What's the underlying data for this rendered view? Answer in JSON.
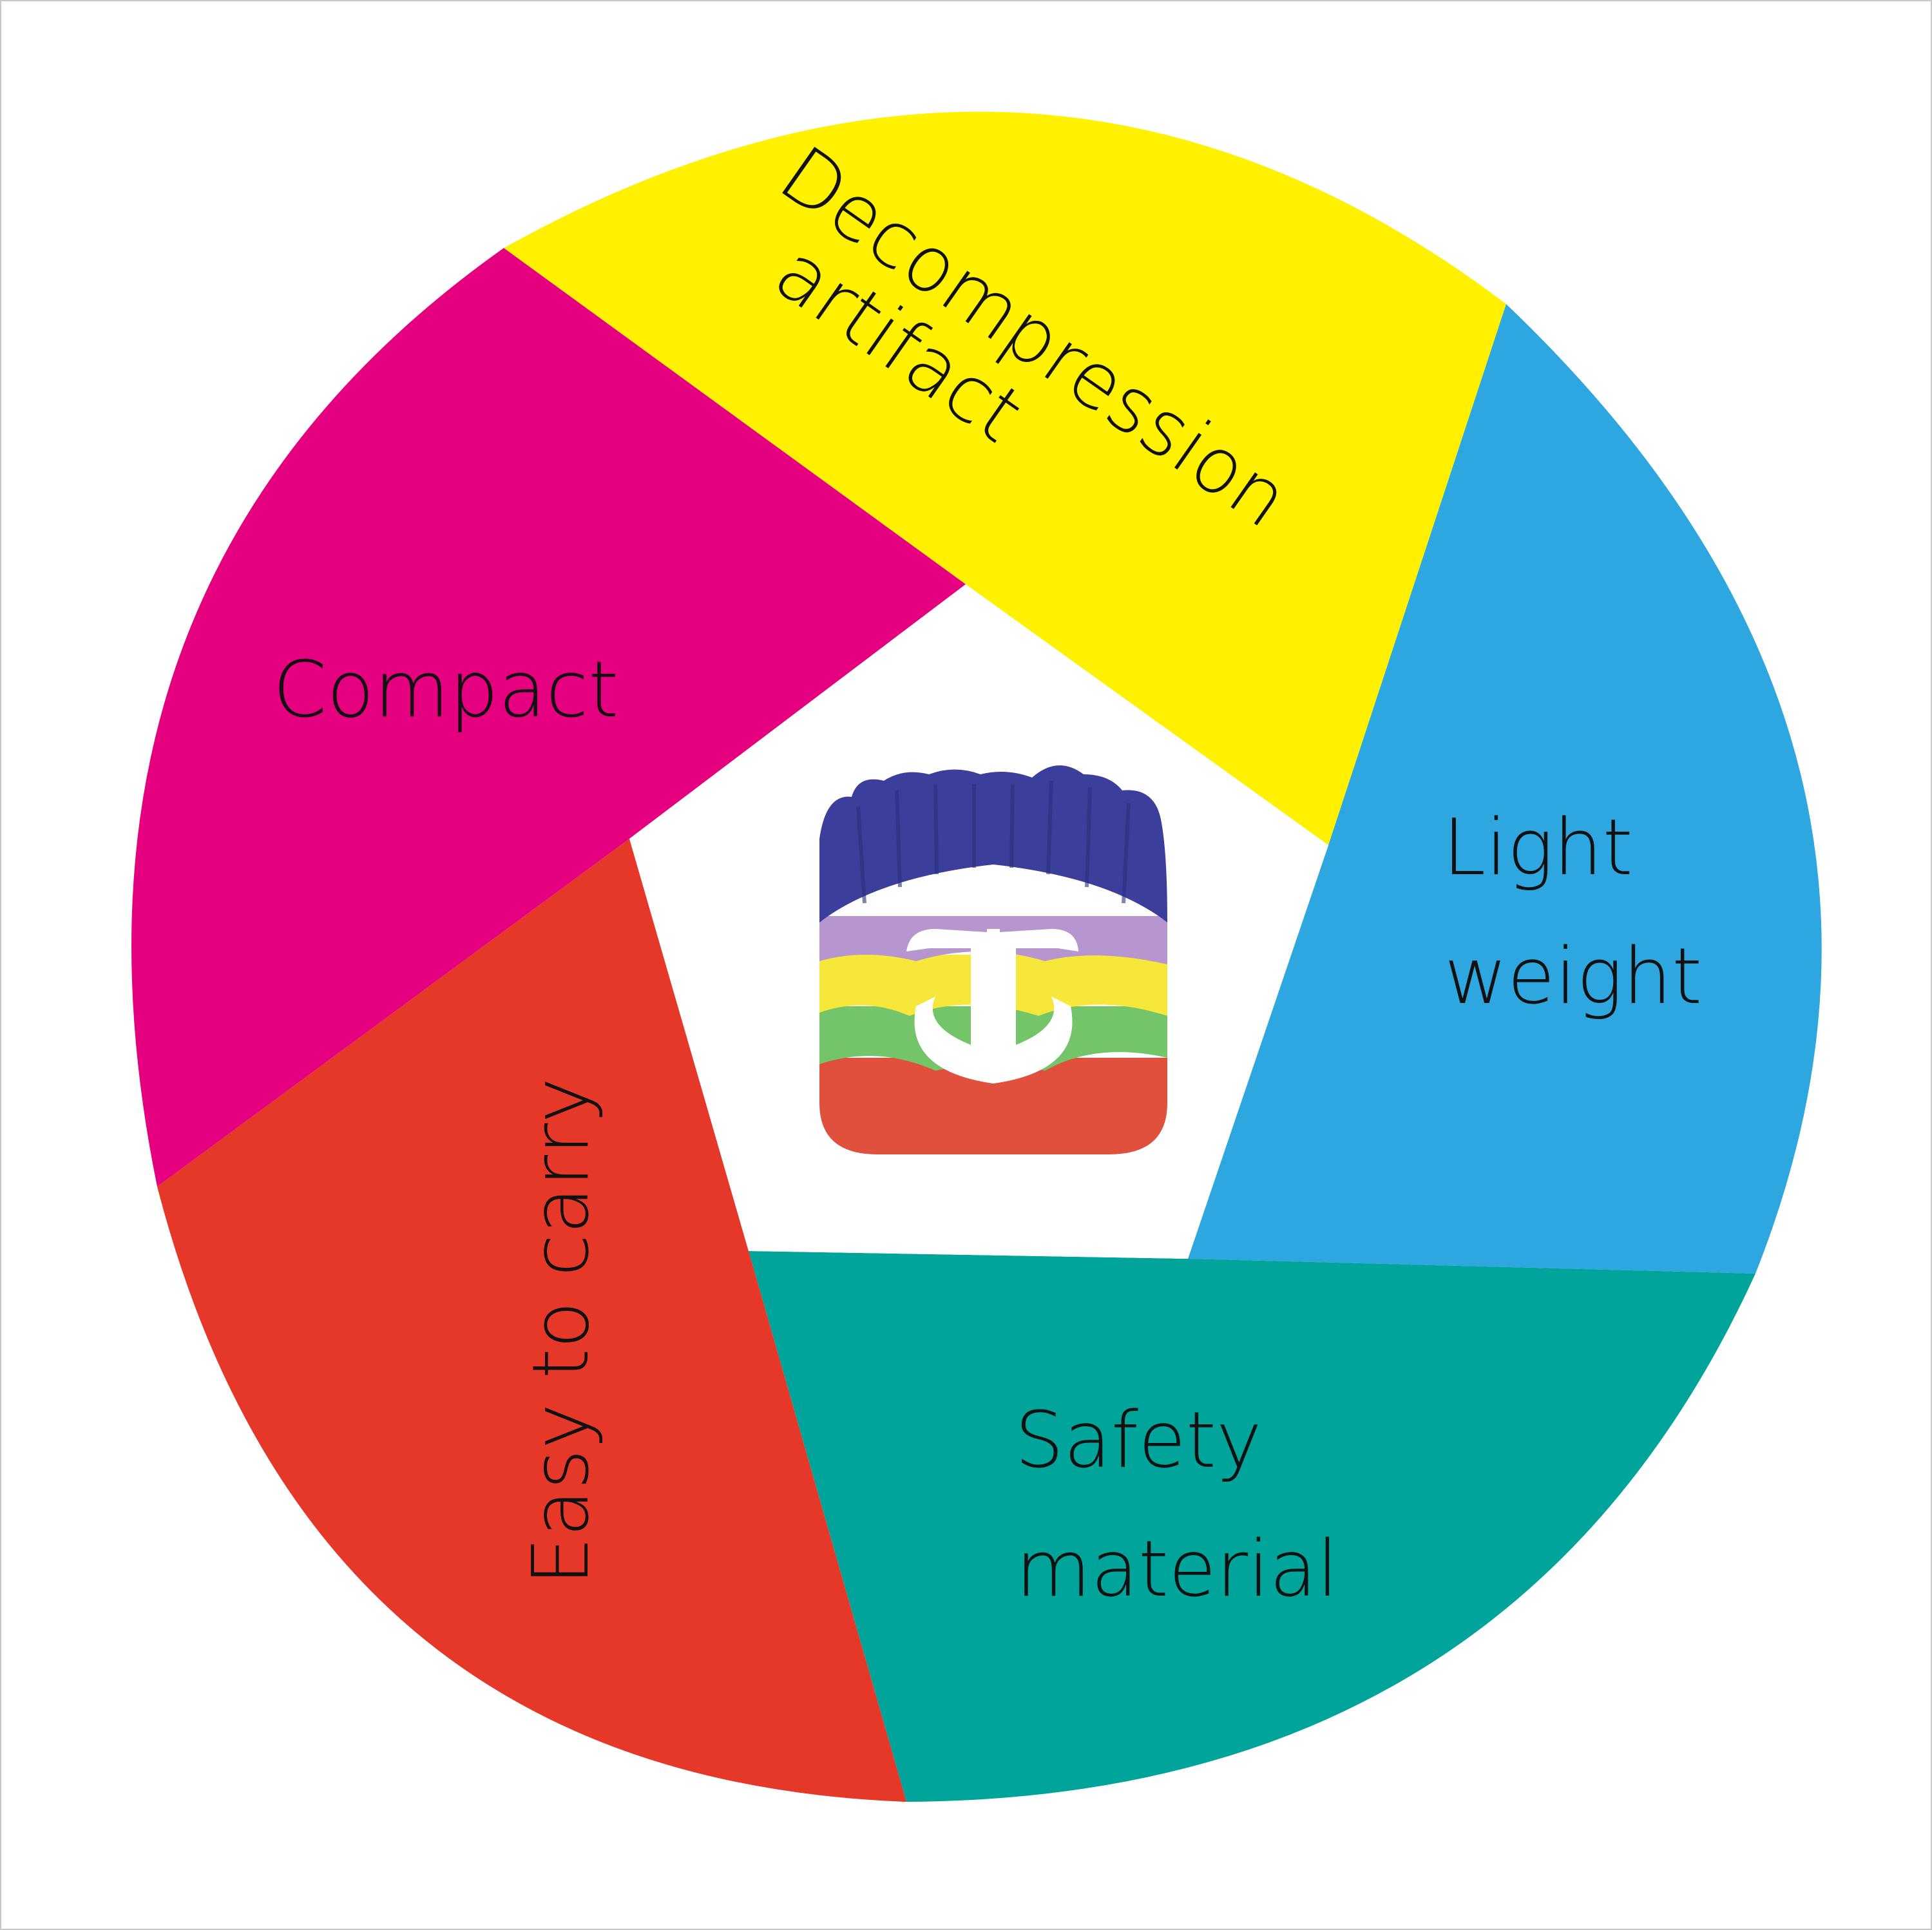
{
  "diagram": {
    "center_item": "rainbow-stripe-fidget-toy",
    "segments": [
      {
        "id": "decompression",
        "color": "#fff100",
        "lines": [
          "Decompression",
          "artifact"
        ]
      },
      {
        "id": "light-weight",
        "color": "#2ea6e0",
        "lines": [
          "Light",
          "weight"
        ]
      },
      {
        "id": "safety",
        "color": "#00a49a",
        "lines": [
          "Safety",
          "material"
        ]
      },
      {
        "id": "easy-carry",
        "color": "#e63828",
        "lines": [
          "Easy to carry"
        ]
      },
      {
        "id": "compact",
        "color": "#e4007f",
        "lines": [
          "Compact"
        ]
      }
    ],
    "toy_colors": [
      "#3b3f9b",
      "#b796cf",
      "#f6e73a",
      "#74c469",
      "#e0503d"
    ]
  }
}
